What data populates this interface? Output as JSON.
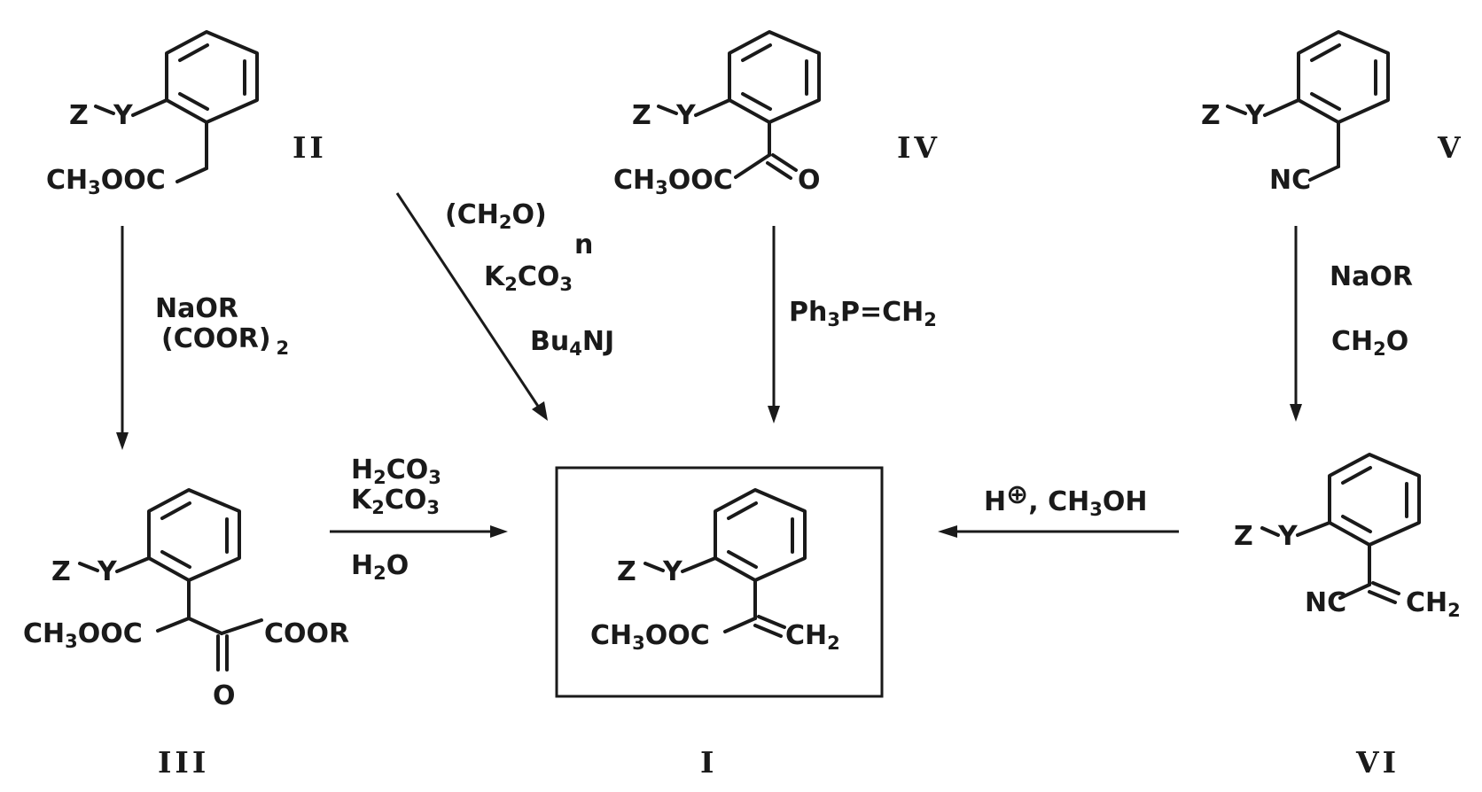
{
  "compounds": {
    "II": {
      "numeral": "II",
      "zy": "Z",
      "y": "Y",
      "ester": "CH",
      "ester_sub": "3",
      "ester_tail": "OOC"
    },
    "IV": {
      "numeral": "IV",
      "zy": "Z",
      "y": "Y",
      "ester": "CH",
      "ester_sub": "3",
      "ester_tail": "OOC",
      "oxo": "O"
    },
    "V": {
      "numeral": "V",
      "zy": "Z",
      "y": "Y",
      "nitrile": "NC"
    },
    "III": {
      "numeral": "III",
      "zy": "Z",
      "y": "Y",
      "ester": "CH",
      "ester_sub": "3",
      "ester_tail": "OOC",
      "cooR": "COOR",
      "oxo": "O"
    },
    "I": {
      "numeral": "I",
      "zy": "Z",
      "y": "Y",
      "ester": "CH",
      "ester_sub": "3",
      "ester_tail": "OOC",
      "methylene": "CH",
      "methylene_sub": "2"
    },
    "VI": {
      "numeral": "VI",
      "zy": "Z",
      "y": "Y",
      "nitrile": "NC",
      "methylene": "CH",
      "methylene_sub": "2"
    }
  },
  "reagents": {
    "II_to_III": {
      "line1": "NaOR",
      "line2_open": "(COOR)",
      "line2_sub": "2"
    },
    "II_to_I": {
      "line1_a": "(CH",
      "line1_sub": "2",
      "line1_b": "O)",
      "line1_n": "n",
      "line2_a": "K",
      "line2_sub1": "2",
      "line2_b": "CO",
      "line2_sub2": "3",
      "line3": "Bu",
      "line3_sub": "4",
      "line3_b": "NJ"
    },
    "IV_to_I": {
      "a": "Ph",
      "sub1": "3",
      "b": "P=CH",
      "sub2": "2"
    },
    "V_to_VI": {
      "line1": "NaOR",
      "line2_a": "CH",
      "line2_sub": "2",
      "line2_b": "O"
    },
    "III_to_I": {
      "l1_a": "H",
      "l1_sub1": "2",
      "l1_b": "CO",
      "l1_sub2": "3",
      "l2_a": "K",
      "l2_sub1": "2",
      "l2_b": "CO",
      "l2_sub2": "3",
      "l3_a": "H",
      "l3_sub": "2",
      "l3_b": "O"
    },
    "VI_to_I": {
      "a": "H",
      "plus": "⊕",
      "b": ", CH",
      "sub": "3",
      "c": "OH"
    }
  }
}
